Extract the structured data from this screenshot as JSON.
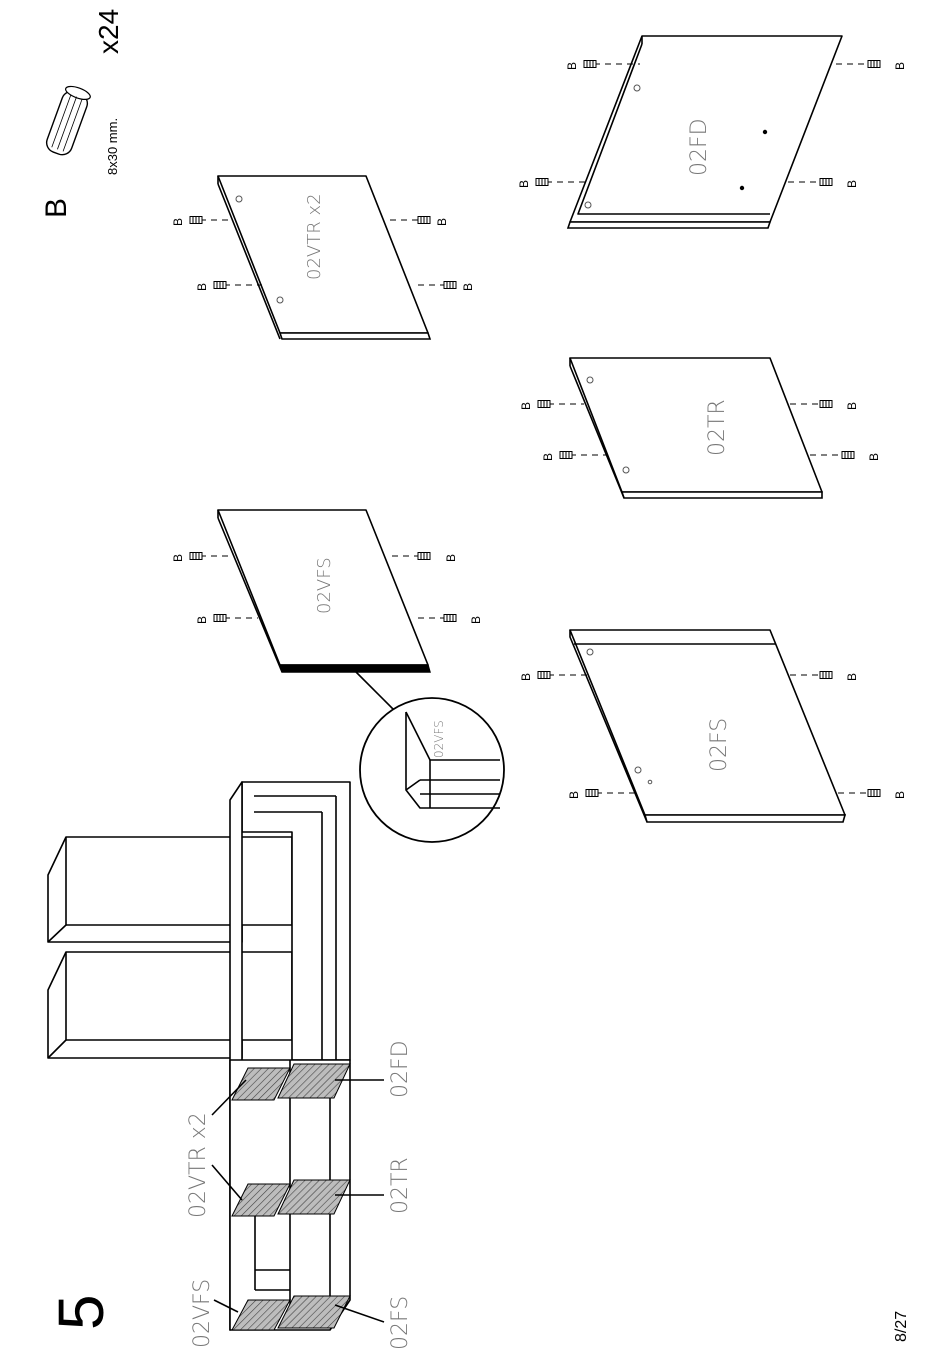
{
  "step": {
    "number": "5"
  },
  "hardware": {
    "letter": "B",
    "size": "8x30 mm.",
    "quantity": "x24"
  },
  "dowel_label": "B",
  "parts": {
    "vfs": "02VFS",
    "vtr": "02VTR x2",
    "fs": "02FS",
    "tr": "02TR",
    "fd": "02FD"
  },
  "overview_labels": {
    "vfs": "02VFS",
    "vtr": "02VTR x2",
    "fs": "02FS",
    "tr": "02TR",
    "fd": "02FD"
  },
  "detail": {
    "label": "02VFS"
  },
  "page": {
    "number": "8/27"
  }
}
